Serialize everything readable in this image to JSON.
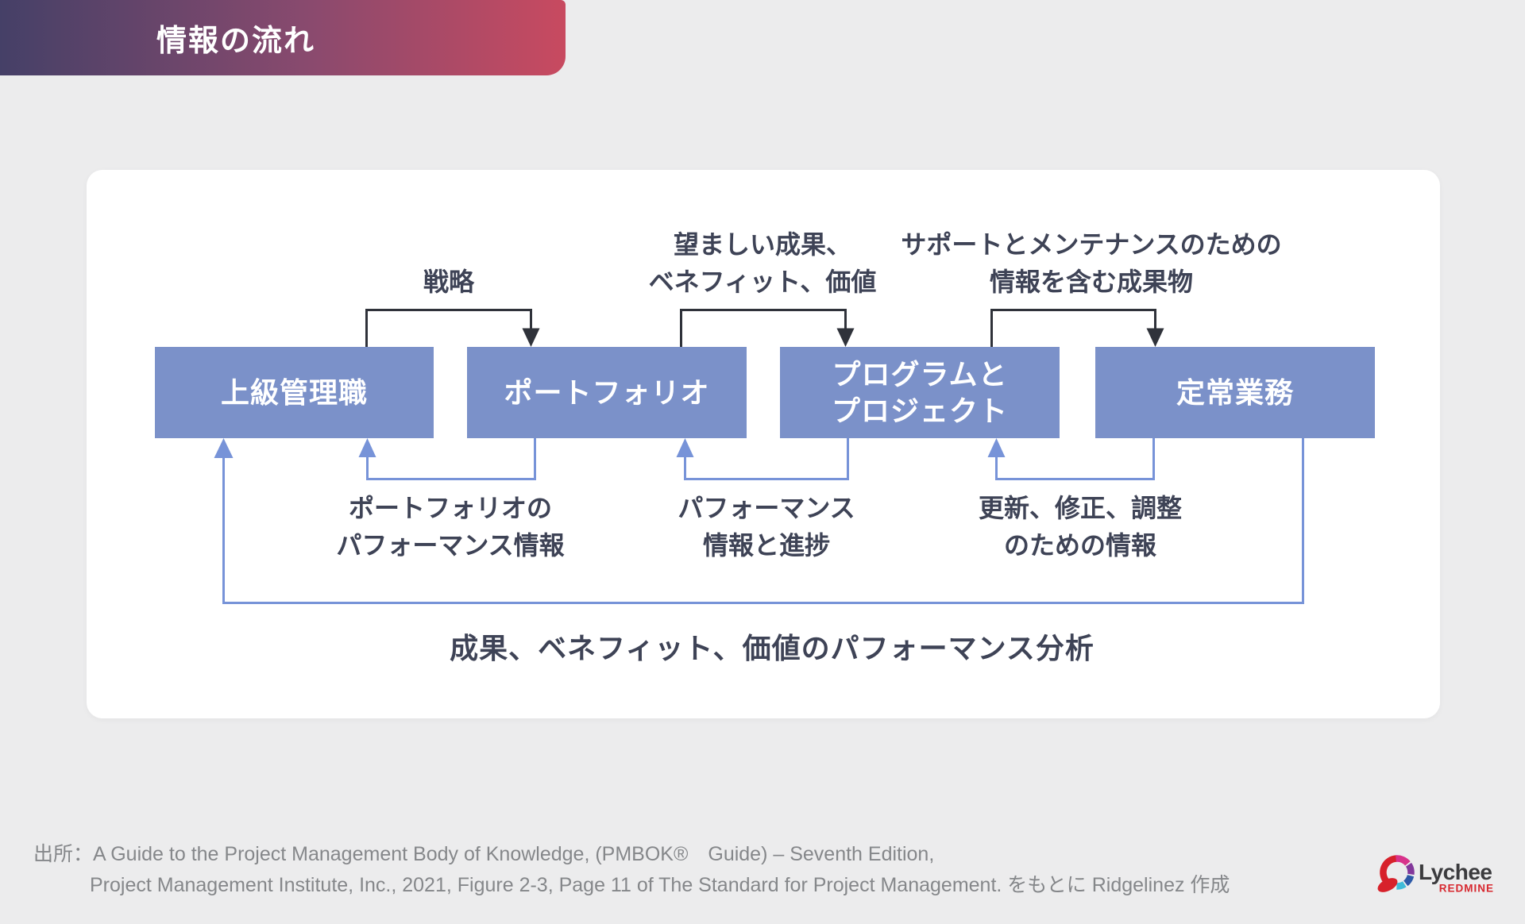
{
  "header": {
    "title": "情報の流れ"
  },
  "diagram": {
    "boxes": [
      {
        "lines": [
          "上級管理職"
        ]
      },
      {
        "lines": [
          "ポートフォリオ"
        ]
      },
      {
        "lines": [
          "プログラムと",
          "プロジェクト"
        ]
      },
      {
        "lines": [
          "定常業務"
        ]
      }
    ],
    "top_labels": [
      {
        "lines": [
          "戦略"
        ]
      },
      {
        "lines": [
          "望ましい成果、",
          "ベネフィット、価値"
        ]
      },
      {
        "lines": [
          "サポートとメンテナンスのための",
          "情報を含む成果物"
        ]
      }
    ],
    "bottom_labels": [
      {
        "lines": [
          "ポートフォリオの",
          "パフォーマンス情報"
        ]
      },
      {
        "lines": [
          "パフォーマンス",
          "情報と進捗"
        ]
      },
      {
        "lines": [
          "更新、修正、調整",
          "のための情報"
        ]
      }
    ],
    "loop_label": "成果、ベネフィット、価値のパフォーマンス分析",
    "colors": {
      "background": "#ECECED",
      "card": "#FFFFFF",
      "banner_gradient_start": "#454067",
      "banner_gradient_end": "#C84A60",
      "box_fill": "#7B91C9",
      "box_text": "#FFFFFF",
      "down_flow_arrow": "#2F323A",
      "up_flow_arrow": "#7793D8",
      "label_text": "#3E4356"
    }
  },
  "footer": {
    "source_line1": "出所：A Guide to the Project Management Body of Knowledge, (PMBOK®　Guide) – Seventh Edition,",
    "source_line2": "Project Management Institute, Inc., 2021, Figure 2-3, Page 11 of The Standard for Project Management. をもとに Ridgelinez 作成",
    "source_color": "#85878A",
    "logo": {
      "name": "Lychee",
      "sub": "REDMINE",
      "red": "#D7212B"
    }
  }
}
